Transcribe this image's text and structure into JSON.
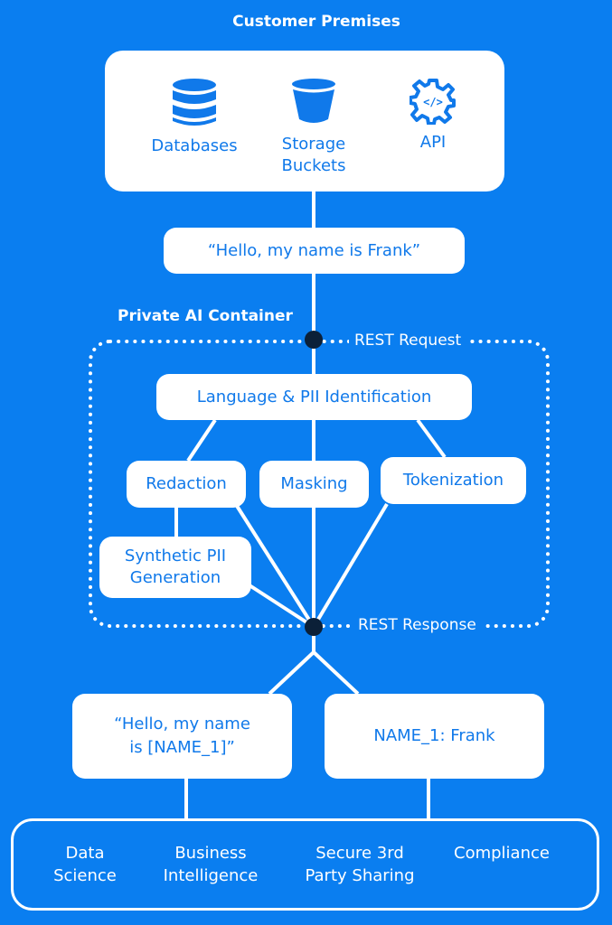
{
  "premises": {
    "title": "Customer Premises",
    "items": [
      {
        "icon": "database-icon",
        "label": "Databases"
      },
      {
        "icon": "bucket-icon",
        "label": "Storage\nBuckets"
      },
      {
        "icon": "api-gear-icon",
        "label": "API"
      }
    ]
  },
  "input_text": "“Hello, my name is Frank”",
  "container": {
    "title": "Private AI Container",
    "rest_request": "REST Request",
    "rest_response": "REST Response",
    "identify": "Language & PII Identification",
    "redaction": "Redaction",
    "masking": "Masking",
    "tokenization": "Tokenization",
    "synthetic": "Synthetic PII\nGeneration"
  },
  "outputs": {
    "redacted": "“Hello, my name\nis [NAME_1]”",
    "mapping": "NAME_1: Frank"
  },
  "consumers": [
    "Data\nScience",
    "Business\nIntelligence",
    "Secure 3rd\nParty Sharing",
    "Compliance"
  ],
  "colors": {
    "background": "#0a7ef0",
    "box": "#ffffff",
    "text": "#1079ea",
    "node": "#0b2038"
  }
}
